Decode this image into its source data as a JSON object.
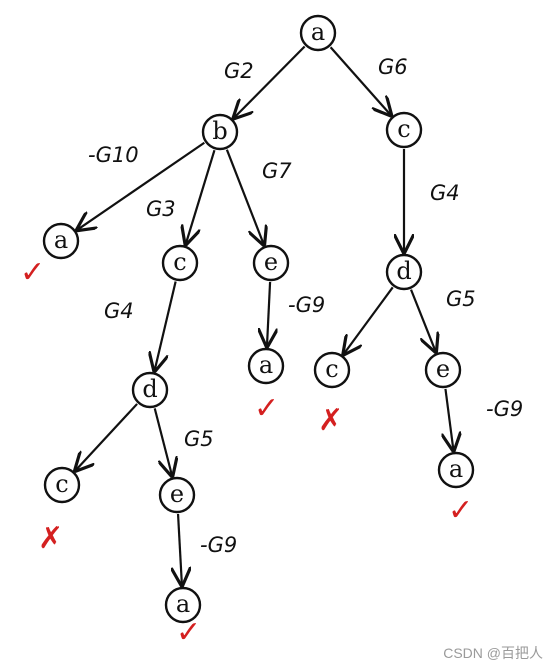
{
  "colors": {
    "ink": "#111111",
    "mark": "#d42020",
    "watermark": "#9a9a9a"
  },
  "nodes": [
    {
      "id": "n-root",
      "label": "a"
    },
    {
      "id": "n-b",
      "label": "b"
    },
    {
      "id": "n-c1",
      "label": "c"
    },
    {
      "id": "n-a-left",
      "label": "a"
    },
    {
      "id": "n-c2",
      "label": "c"
    },
    {
      "id": "n-e1",
      "label": "e"
    },
    {
      "id": "n-d1",
      "label": "d"
    },
    {
      "id": "n-a1",
      "label": "a"
    },
    {
      "id": "n-d2",
      "label": "d"
    },
    {
      "id": "n-c3",
      "label": "c"
    },
    {
      "id": "n-e2",
      "label": "e"
    },
    {
      "id": "n-c4",
      "label": "c"
    },
    {
      "id": "n-e3",
      "label": "e"
    },
    {
      "id": "n-a2",
      "label": "a"
    },
    {
      "id": "n-a3",
      "label": "a"
    }
  ],
  "edges": [
    {
      "id": "e-root-b",
      "from": "n-root",
      "to": "n-b",
      "label": "G2"
    },
    {
      "id": "e-root-c1",
      "from": "n-root",
      "to": "n-c1",
      "label": "G6"
    },
    {
      "id": "e-b-aleft",
      "from": "n-b",
      "to": "n-a-left",
      "label": "-G10"
    },
    {
      "id": "e-b-c2",
      "from": "n-b",
      "to": "n-c2",
      "label": "G3"
    },
    {
      "id": "e-b-e1",
      "from": "n-b",
      "to": "n-e1",
      "label": "G7"
    },
    {
      "id": "e-c1-d1",
      "from": "n-c1",
      "to": "n-d1",
      "label": "G4"
    },
    {
      "id": "e-e1-a1",
      "from": "n-e1",
      "to": "n-a1",
      "label": "-G9"
    },
    {
      "id": "e-c2-d2",
      "from": "n-c2",
      "to": "n-d2",
      "label": "G4"
    },
    {
      "id": "e-d1-c3",
      "from": "n-d1",
      "to": "n-c3",
      "label": ""
    },
    {
      "id": "e-d1-e2",
      "from": "n-d1",
      "to": "n-e2",
      "label": "G5"
    },
    {
      "id": "e-e2-a2",
      "from": "n-e2",
      "to": "n-a2",
      "label": "-G9"
    },
    {
      "id": "e-d2-c4",
      "from": "n-d2",
      "to": "n-c4",
      "label": ""
    },
    {
      "id": "e-d2-e3",
      "from": "n-d2",
      "to": "n-e3",
      "label": "G5"
    },
    {
      "id": "e-e3-a3",
      "from": "n-e3",
      "to": "n-a3",
      "label": "-G9"
    }
  ],
  "marks": [
    {
      "id": "m-aleft",
      "node": "n-a-left",
      "symbol": "✓"
    },
    {
      "id": "m-a1",
      "node": "n-a1",
      "symbol": "✓"
    },
    {
      "id": "m-c3",
      "node": "n-c3",
      "symbol": "✗"
    },
    {
      "id": "m-a2",
      "node": "n-a2",
      "symbol": "✓"
    },
    {
      "id": "m-c4",
      "node": "n-c4",
      "symbol": "✗"
    },
    {
      "id": "m-a3",
      "node": "n-a3",
      "symbol": "✓"
    }
  ],
  "watermark": "CSDN @百把人"
}
